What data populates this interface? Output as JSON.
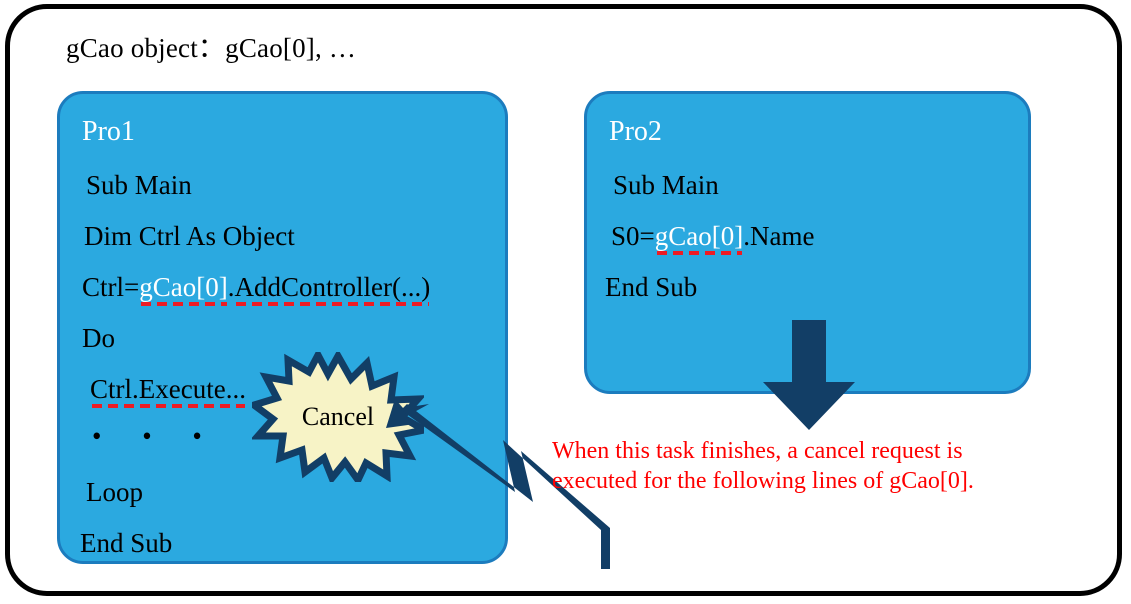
{
  "diagram": {
    "heading": "gCao object：gCao[0], …",
    "colors": {
      "box_fill": "#2BA9E0",
      "box_border": "#1C7CBE",
      "frame_border": "#000000",
      "star_fill": "#F7F3C6",
      "star_border": "#123E66",
      "arrow": "#123E66",
      "highlight_text": "#FFFFFF",
      "dash_underline": "#ED1C24",
      "annotation_text": "#FF0000"
    },
    "processes": [
      {
        "title": "Pro1",
        "lines": [
          {
            "pre": "Sub Main",
            "hl": "",
            "post": ""
          },
          {
            "pre": "Dim Ctrl As Object",
            "hl": "",
            "post": ""
          },
          {
            "pre": "Ctrl=",
            "hl": "gCao[0]",
            "mid": ".",
            "post": "AddController(...)"
          },
          {
            "pre": "Do",
            "hl": "",
            "post": ""
          },
          {
            "pre": "Ctrl.Execute...",
            "hl": "",
            "post": ""
          },
          {
            "pre": "• • •",
            "hl": "",
            "post": ""
          },
          {
            "pre": "Loop",
            "hl": "",
            "post": ""
          },
          {
            "pre": "End Sub",
            "hl": "",
            "post": ""
          }
        ]
      },
      {
        "title": "Pro2",
        "lines": [
          {
            "pre": "Sub Main",
            "hl": "",
            "post": ""
          },
          {
            "pre": "S0=",
            "hl": "gCao[0]",
            "mid": "",
            "post": ".Name"
          },
          {
            "pre": "End Sub",
            "hl": "",
            "post": ""
          }
        ]
      }
    ],
    "star": {
      "label": "Cancel"
    },
    "annotation": "When this task finishes, a cancel request is\nexecuted for the following lines of gCao[0].",
    "icons": {
      "down_arrow": "down-arrow-icon",
      "bolt_arrow": "lightning-bolt-arrow-icon",
      "star": "starburst-icon"
    }
  }
}
